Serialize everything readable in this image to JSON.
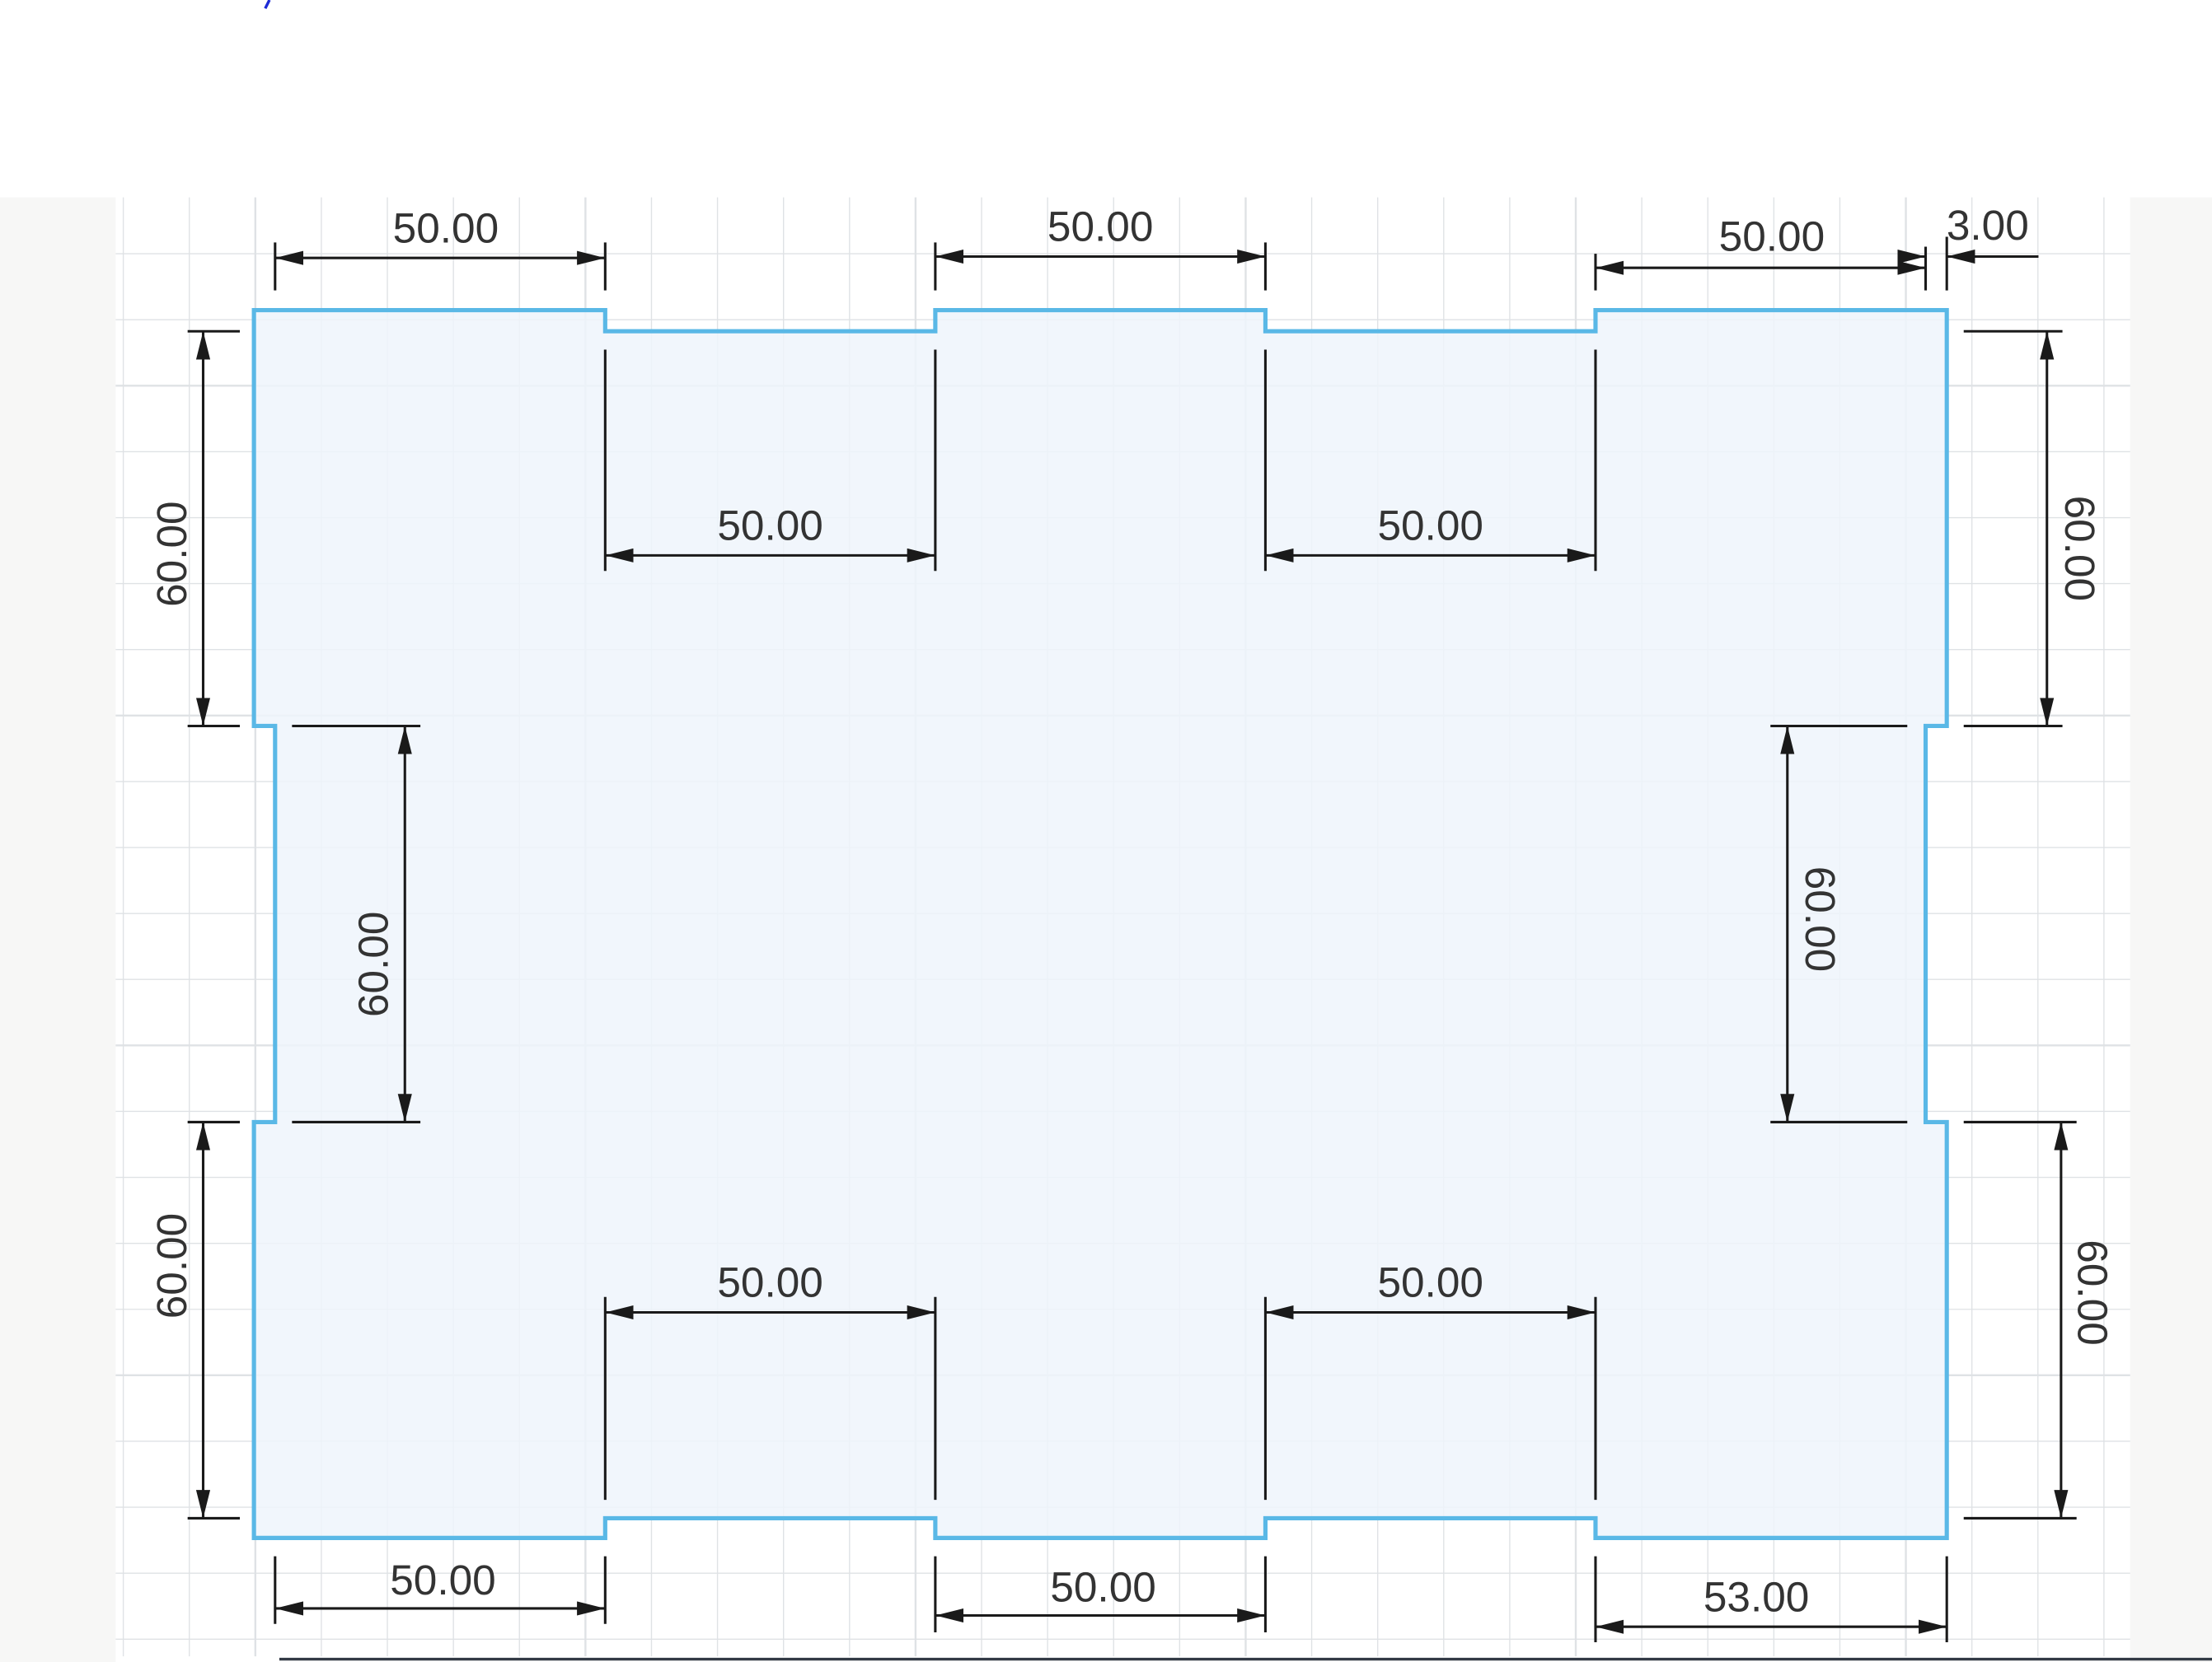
{
  "dimensions": {
    "top": [
      "50.00",
      "50.00",
      "50.00",
      "3.00"
    ],
    "inner_top": [
      "50.00",
      "50.00"
    ],
    "inner_bottom": [
      "50.00",
      "50.00"
    ],
    "bottom": [
      "50.00",
      "50.00",
      "53.00"
    ],
    "left": [
      "60.00",
      "60.00"
    ],
    "left_inner": "60.00",
    "right": [
      "60.00",
      "60.00"
    ],
    "right_inner": "60.00"
  },
  "colors": {
    "profile": "#5ab8e6",
    "fill": "#eef5fb",
    "dimension": "#1a1a1a",
    "grid": "#dfe2e5",
    "canvas": "#ffffff",
    "margin": "#f7f7f6",
    "cursor": "#1e2bd6"
  }
}
